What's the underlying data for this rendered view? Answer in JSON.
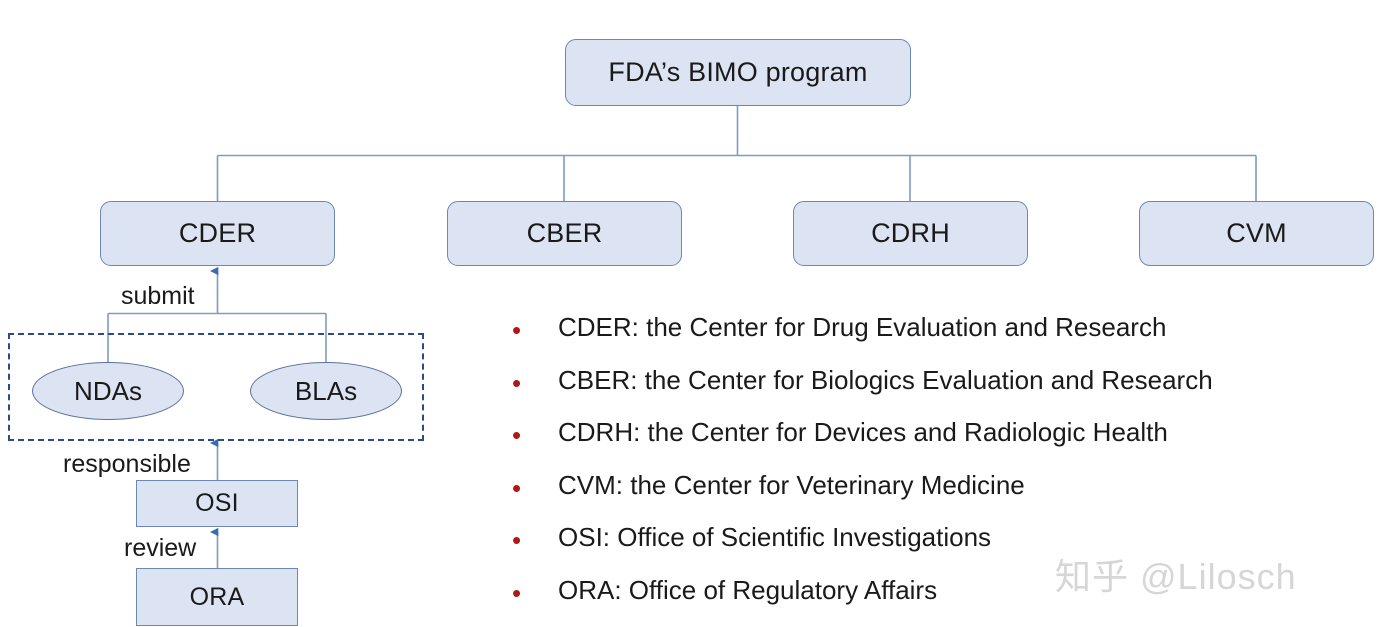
{
  "diagram": {
    "root": {
      "label": "FDA’s BIMO program"
    },
    "centers": [
      {
        "id": "cder",
        "label": "CDER"
      },
      {
        "id": "cber",
        "label": "CBER"
      },
      {
        "id": "cdrh",
        "label": "CDRH"
      },
      {
        "id": "cvm",
        "label": "CVM"
      }
    ],
    "applications": [
      {
        "id": "ndas",
        "label": "NDAs"
      },
      {
        "id": "blas",
        "label": "BLAs"
      }
    ],
    "offices": [
      {
        "id": "osi",
        "label": "OSI"
      },
      {
        "id": "ora",
        "label": "ORA"
      }
    ],
    "edge_labels": {
      "submit": "submit",
      "responsible": "responsible",
      "review": "review"
    }
  },
  "legend": {
    "bullet_glyph": "•",
    "items": [
      {
        "text": "CDER: the Center for Drug Evaluation and Research"
      },
      {
        "text": "CBER: the Center for Biologics Evaluation and Research"
      },
      {
        "text": "CDRH: the Center for Devices and Radiologic Health"
      },
      {
        "text": "CVM: the Center for Veterinary Medicine"
      },
      {
        "text": "OSI: Office of Scientific Investigations"
      },
      {
        "text": "ORA: Office of Regulatory Affairs"
      }
    ]
  },
  "watermark": {
    "text": "知乎 @Lilosch"
  },
  "colors": {
    "node_fill": "#dce3f2",
    "node_border": "#6a87b8",
    "connector": "#7f9ac4",
    "arrow": "#3a6ab0",
    "dashed_frame": "#2a4a8a",
    "bullet": "#b01818",
    "text": "#1a1a1a",
    "watermark": "#d6d6d6",
    "background": "#ffffff"
  }
}
